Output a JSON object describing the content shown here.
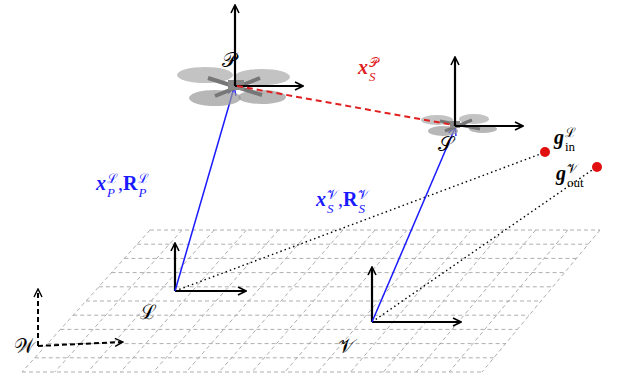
{
  "diagram": {
    "labels": [
      "𝒫",
      "𝒮",
      "ℒ",
      "𝒱",
      "𝒲",
      "x",
      "𝒫",
      "S",
      "x",
      "ℒ",
      "P",
      ",",
      "R",
      "ℒ",
      "P",
      "x",
      "𝒱",
      "S",
      ",",
      "R",
      "𝒱",
      "S",
      "g",
      "ℒ",
      "in",
      "g",
      "𝒱",
      "out"
    ]
  }
}
